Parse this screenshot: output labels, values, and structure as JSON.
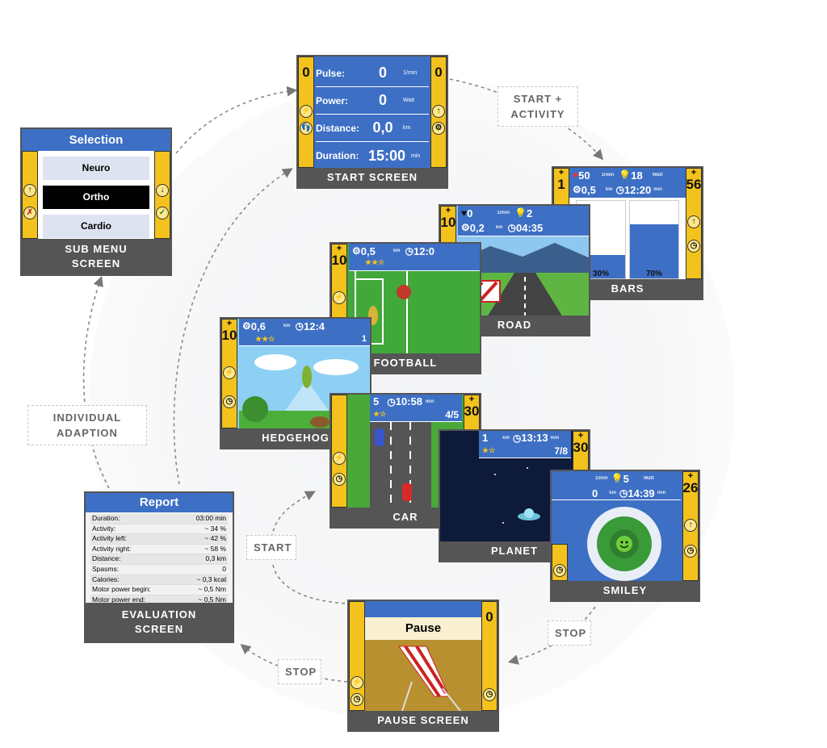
{
  "labels": {
    "start_activity_1": "START +",
    "start_activity_2": "ACTIVITY",
    "individual_1": "INDIVIDUAL",
    "individual_2": "ADAPTION",
    "start": "START",
    "stop_right": "STOP",
    "stop_left": "STOP"
  },
  "submenu": {
    "header": "Selection",
    "options": [
      "Neuro",
      "Ortho",
      "Cardio"
    ],
    "caption1": "SUB MENU",
    "caption2": "SCREEN"
  },
  "start_screen": {
    "caption": "START SCREEN",
    "level_left": "0",
    "level_right": "0",
    "rows": [
      {
        "label": "Pulse:",
        "value": "0",
        "unit": "1/min"
      },
      {
        "label": "Power:",
        "value": "0",
        "unit": "Watt"
      },
      {
        "label": "Distance:",
        "value": "0,0",
        "unit": "km"
      },
      {
        "label": "Duration:",
        "value": "15:00",
        "unit": "min"
      }
    ]
  },
  "bars": {
    "caption": "BARS",
    "pulse": "50",
    "pulse_unit": "1/min",
    "watt": "18",
    "watt_unit": "Watt",
    "dist": "0,5",
    "dist_unit": "km",
    "time": "12:20",
    "time_unit": "min",
    "level_left": "1",
    "level_right": "56",
    "left_pct_label": "30%",
    "right_pct_label": "70%",
    "left_fill": 0.3,
    "right_fill": 0.7
  },
  "road": {
    "caption": "ROAD",
    "pulse": "0",
    "pulse_unit": "1/min",
    "watt": "2",
    "dist": "0,2",
    "dist_unit": "km",
    "time": "04:35",
    "level_left": "10"
  },
  "football": {
    "caption": "FOOTBALL",
    "dist": "0,5",
    "dist_unit": "km",
    "time": "12:0",
    "level_left": "10"
  },
  "hedgehog": {
    "caption": "HEDGEHOG",
    "dist": "0,6",
    "dist_unit": "km",
    "time": "12:4",
    "count": "1",
    "level_left": "10"
  },
  "car": {
    "caption": "CAR",
    "dist": "5",
    "time": "10:58",
    "time_unit": "min",
    "progress": "4/5",
    "level_right": "30"
  },
  "planet": {
    "caption": "PLANET",
    "dist": "1",
    "dist_unit": "km",
    "time": "13:13",
    "time_unit": "min",
    "progress": "7/8",
    "level_right": "30"
  },
  "smiley": {
    "caption": "SMILEY",
    "pulse_unit": "1/min",
    "watt": "5",
    "watt_unit": "Watt",
    "dist": "0",
    "dist_unit": "km",
    "time": "14:39",
    "time_unit": "min",
    "level_right": "26"
  },
  "pause": {
    "caption": "PAUSE SCREEN",
    "title": "Pause",
    "level_right": "0"
  },
  "report": {
    "title": "Report",
    "caption1": "EVALUATION",
    "caption2": "SCREEN",
    "rows": [
      {
        "k": "Duration:",
        "v": "03:00 min"
      },
      {
        "k": "Activity:",
        "v": "~ 34 %"
      },
      {
        "k": "Activity left:",
        "v": "~ 42 %"
      },
      {
        "k": "Activity right:",
        "v": "~ 58 %"
      },
      {
        "k": "Distance:",
        "v": "0,3 km"
      },
      {
        "k": "Spasms:",
        "v": "0"
      },
      {
        "k": "Calories:",
        "v": "~ 0,3 kcal"
      },
      {
        "k": "Motor power begin:",
        "v": "~ 0,5 Nm"
      },
      {
        "k": "Motor power end:",
        "v": "~ 0,5 Nm"
      }
    ]
  },
  "colors": {
    "screen_blue": "#3d6fc4",
    "sidebar_yellow": "#f3c21d",
    "caption_gray": "#555555",
    "grass_green": "#4aa83a"
  }
}
